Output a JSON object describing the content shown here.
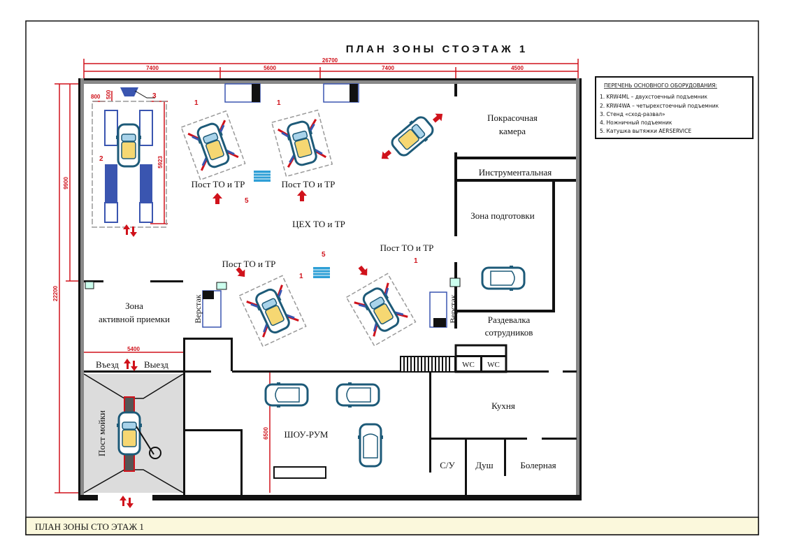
{
  "title": "ПЛАН ЗОНЫ СТОЭТАЖ 1",
  "footer": "ПЛАН ЗОНЫ СТО ЭТАЖ 1",
  "legend": {
    "heading": "ПЕРЕЧЕНЬ ОСНОВНОГО ОБОРУДОВАНИЯ:",
    "items": [
      "1. KRW4ML – двухстоечный подъемник",
      "2. KRW4WA – четырехстоечный подъемник",
      "3. Стенд «сход-развал»",
      "4. Ножничный подъемник",
      "5. Катушка вытяжки AERSERVICE"
    ]
  },
  "dimensions": {
    "total_width": "26700",
    "segments": [
      "7400",
      "5600",
      "7400",
      "4500"
    ],
    "total_height": "22200",
    "left_height": "9900",
    "small_a": "800",
    "small_b": "500",
    "lift_length": "5923",
    "wash_width": "5400",
    "showroom_height": "6500"
  },
  "rooms": {
    "paint": [
      "Покрасочная",
      "камера"
    ],
    "tools": "Инструментальная",
    "prep": "Зона подготовки",
    "locker": [
      "Раздевалка",
      "сотрудников"
    ],
    "workshop": "ЦЕХ ТО и ТР",
    "reception": [
      "Зона",
      "активной приемки"
    ],
    "entry": "Въезд",
    "exit": "Выезд",
    "wash": "Пост мойки",
    "showroom": "ШОУ-РУМ",
    "kitchen": "Кухня",
    "wc": "WC",
    "toilet": "С/У",
    "shower": "Душ",
    "boiler": "Болерная",
    "workbench": "Верстак"
  },
  "posts": [
    "Пост ТО и ТР",
    "Пост ТО и ТР",
    "Пост ТО и ТР",
    "Пост ТО и ТР"
  ],
  "markers": [
    "1",
    "1",
    "1",
    "1",
    "2",
    "3",
    "5",
    "5"
  ],
  "colors": {
    "dimension": "#d0121b",
    "equipment": "#3a55b0",
    "car_body": "#1d5a78",
    "car_roof": "#f6d772",
    "footer_bg": "#fbf8dc"
  }
}
